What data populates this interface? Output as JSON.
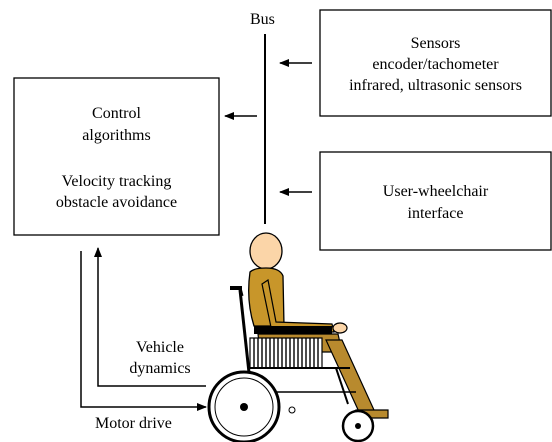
{
  "bus": {
    "label": "Bus"
  },
  "sensors": {
    "title": "Sensors",
    "line1": "encoder/tachometer",
    "line2": "infrared, ultrasonic sensors"
  },
  "control": {
    "title1": "Control",
    "title2": "algorithms",
    "line1": "Velocity tracking",
    "line2": "obstacle avoidance"
  },
  "interface": {
    "line1": "User-wheelchair",
    "line2": "interface"
  },
  "feedback": {
    "line1": "Vehicle",
    "line2": "dynamics"
  },
  "motor": {
    "label": "Motor drive"
  },
  "colors": {
    "stroke": "#000000",
    "skin": "#FBD5A8",
    "shirt": "#C8962A",
    "pants": "#B88A2E",
    "wheelchair": "#000000"
  },
  "icons": {
    "user": "wheelchair-user-icon"
  }
}
